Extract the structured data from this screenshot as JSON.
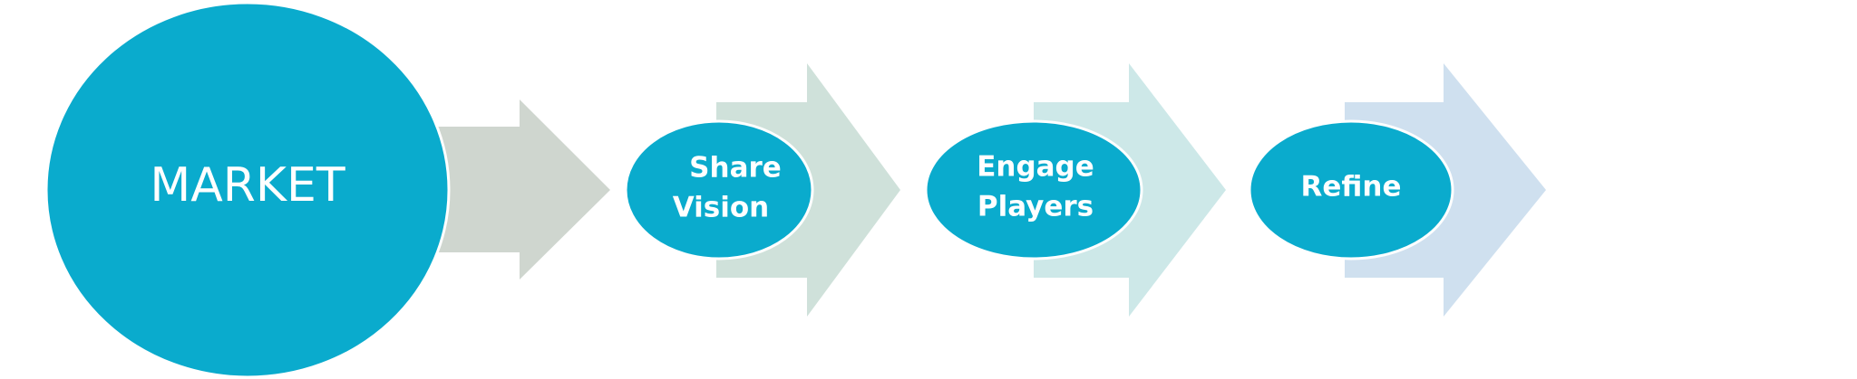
{
  "colors": {
    "circle_fill": "#0aabcd",
    "circle_stroke": "#ffffff",
    "arrow_1": "#cfd6cf",
    "arrow_2": "#cfe1da",
    "arrow_3": "#cde8e8",
    "arrow_4": "#cfe0ef"
  },
  "diagram": {
    "main_node": {
      "label": "MARKET"
    },
    "steps": [
      {
        "lines": [
          "Share",
          "Vision"
        ]
      },
      {
        "lines": [
          "Engage",
          "Players"
        ]
      },
      {
        "lines": [
          "Refine"
        ]
      }
    ]
  }
}
